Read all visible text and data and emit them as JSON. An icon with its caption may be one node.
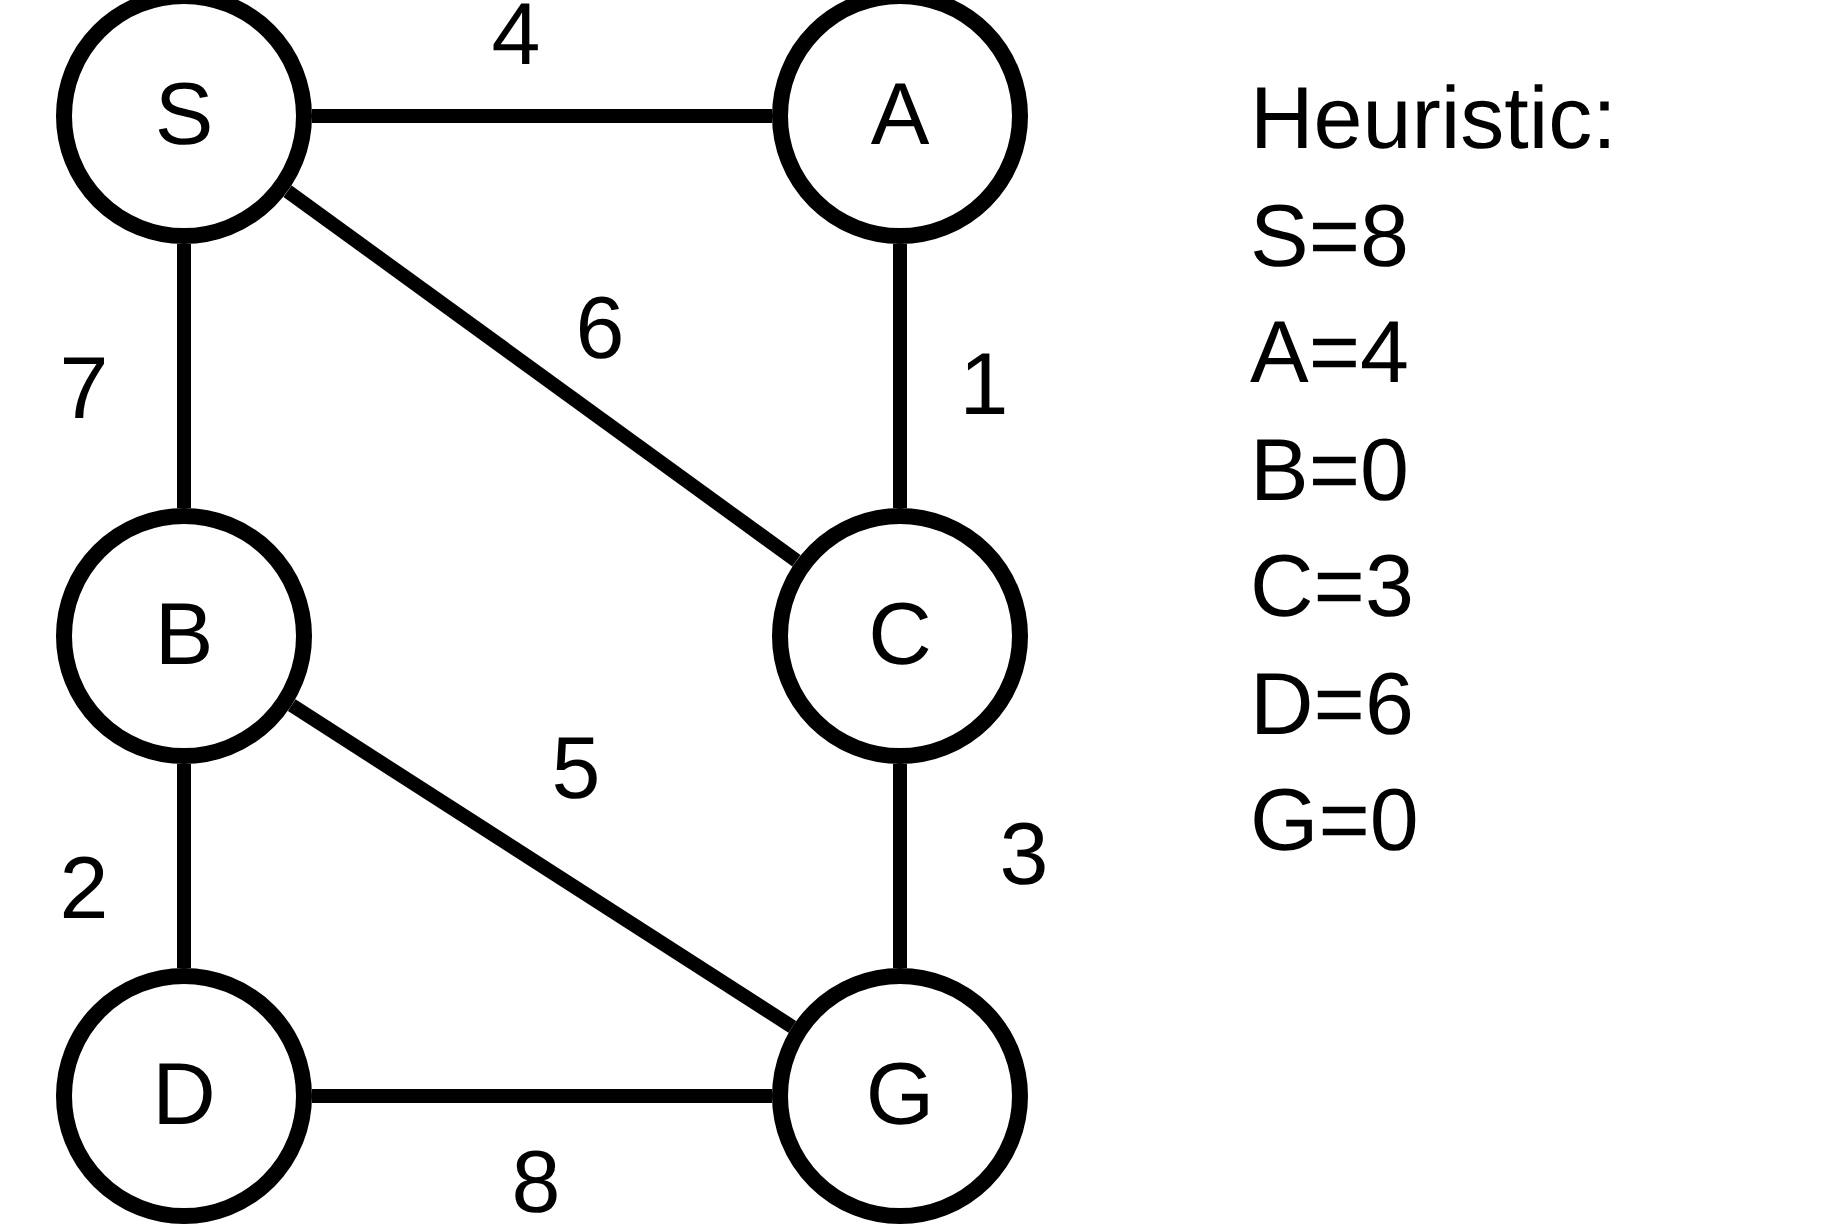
{
  "diagram": {
    "nodes": [
      {
        "text": [
          "S"
        ]
      },
      {
        "text": [
          "A"
        ]
      },
      {
        "text": [
          "B"
        ]
      },
      {
        "text": [
          "C"
        ]
      },
      {
        "text": [
          "D"
        ]
      },
      {
        "text": [
          "G"
        ]
      }
    ],
    "edges": [
      {
        "from": 0,
        "to": 1,
        "arrow": "none",
        "label": "4"
      },
      {
        "from": 0,
        "to": 3,
        "arrow": "none",
        "label": "6"
      },
      {
        "from": 1,
        "to": 3,
        "arrow": "none",
        "label": "1"
      },
      {
        "from": 0,
        "to": 2,
        "arrow": "none",
        "label": "7"
      },
      {
        "from": 2,
        "to": 5,
        "arrow": "none",
        "label": "5"
      },
      {
        "from": 3,
        "to": 5,
        "arrow": "none",
        "label": "3"
      },
      {
        "from": 2,
        "to": 4,
        "arrow": "none",
        "label": "2"
      },
      {
        "from": 4,
        "to": 5,
        "arrow": "none",
        "label": "8"
      }
    ],
    "labels": [
      "Heuristic:",
      "S=8",
      "A=4",
      "B=0",
      "C=3",
      "D=6",
      "G=0"
    ]
  }
}
